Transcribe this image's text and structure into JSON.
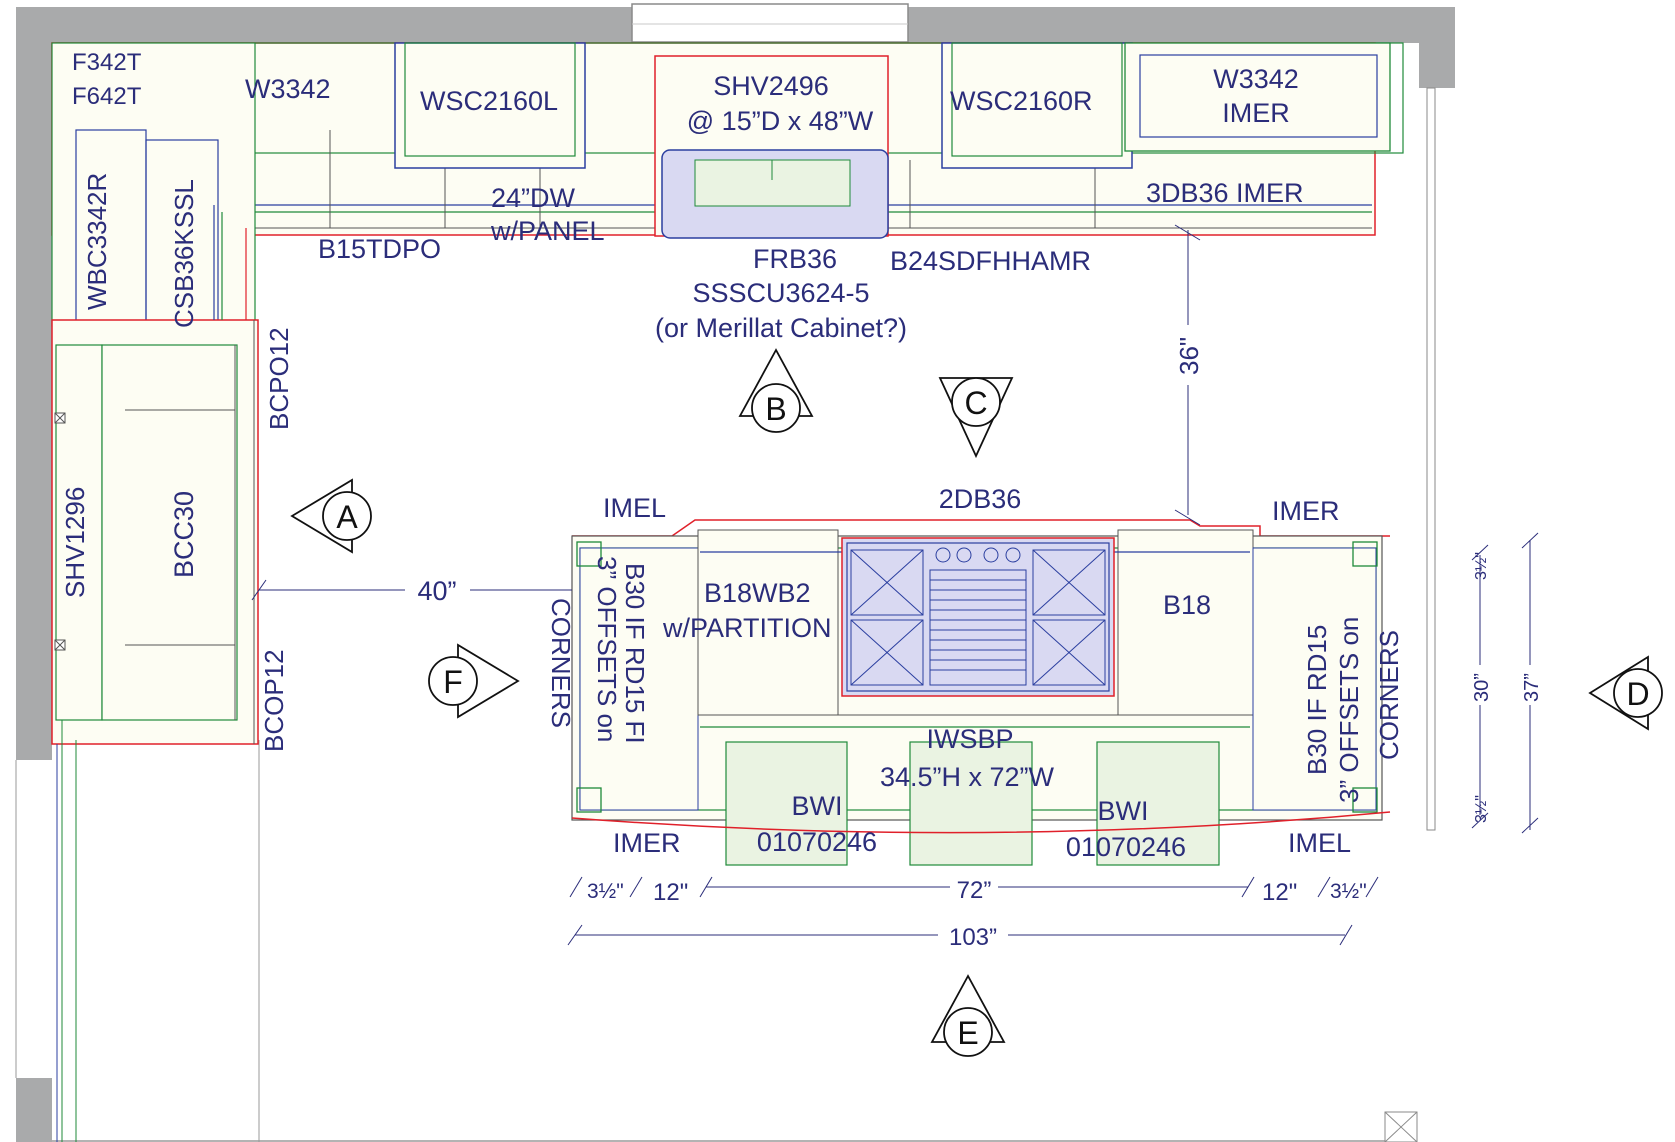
{
  "colors": {
    "wall": "#a9aaab",
    "cabinet": "#fdfdf3",
    "label": "#2b2d7a",
    "outline_red": "#e0202a",
    "outline_green": "#1f8a3a",
    "outline_blue": "#2b3fa0",
    "appliance": "#d9d9f2"
  },
  "labels": {
    "f342t": "F342T",
    "f642t": "F642T",
    "w3342_left": "W3342",
    "wsc2160l": "WSC2160L",
    "shv2496_l1": "SHV2496",
    "shv2496_l2": "@ 15”D x 48”W",
    "wsc2160r": "WSC2160R",
    "w3342_imer_l1": "W3342",
    "w3342_imer_l2": "IMER",
    "wbc3342r": "WBC3342R",
    "csb36kssl": "CSB36KSSL",
    "dw_l1": "24”DW",
    "dw_l2": "w/PANEL",
    "b3db36imer": "3DB36 IMER",
    "b15tdpo": "B15TDPO",
    "frb36": "FRB36",
    "sssc": "SSSCU3624-5",
    "merillat": "(or Merillat Cabinet?)",
    "b24sdfhhamr": "B24SDFHHAMR",
    "bcpo12": "BCPO12",
    "shv1296": "SHV1296",
    "bcc30": "BCC30",
    "bcop12": "BCOP12",
    "imel_top": "IMEL",
    "db2_36": "2DB36",
    "imer_top": "IMER",
    "b18wb2_l1": "B18WB2",
    "b18wb2_l2": "w/PARTITION",
    "b18": "B18",
    "b30_left_l1": "B30 IF RD15 FI",
    "b30_left_l2": "3” OFFSETS on",
    "b30_left_l3": "CORNERS",
    "b30_right_l1": "B30 IF RD15",
    "b30_right_l2": "3” OFFSETS on",
    "b30_right_l3": "CORNERS",
    "iwsbp_l1": "IWSBP",
    "iwsbp_l2": "34.5”H x 72”W",
    "bwi_left_l1": "BWI",
    "bwi_left_l2": "01070246",
    "bwi_right_l1": "BWI",
    "bwi_right_l2": "01070246",
    "imer_bottom": "IMER",
    "imel_bottom": "IMEL"
  },
  "dimensions": {
    "clear_left": "40”",
    "clear_top": "36\"",
    "offset_a": "3½\"",
    "seg_12a": "12\"",
    "seg_72": "72”",
    "seg_12b": "12\"",
    "offset_b": "3½\"",
    "overall": "103”",
    "depth_offset_top": "3½\"",
    "depth_30": "30”",
    "depth_offset_bottom": "3½\"",
    "depth_37": "37”"
  },
  "view_markers": {
    "a": "A",
    "b": "B",
    "c": "C",
    "d": "D",
    "e": "E",
    "f": "F"
  }
}
